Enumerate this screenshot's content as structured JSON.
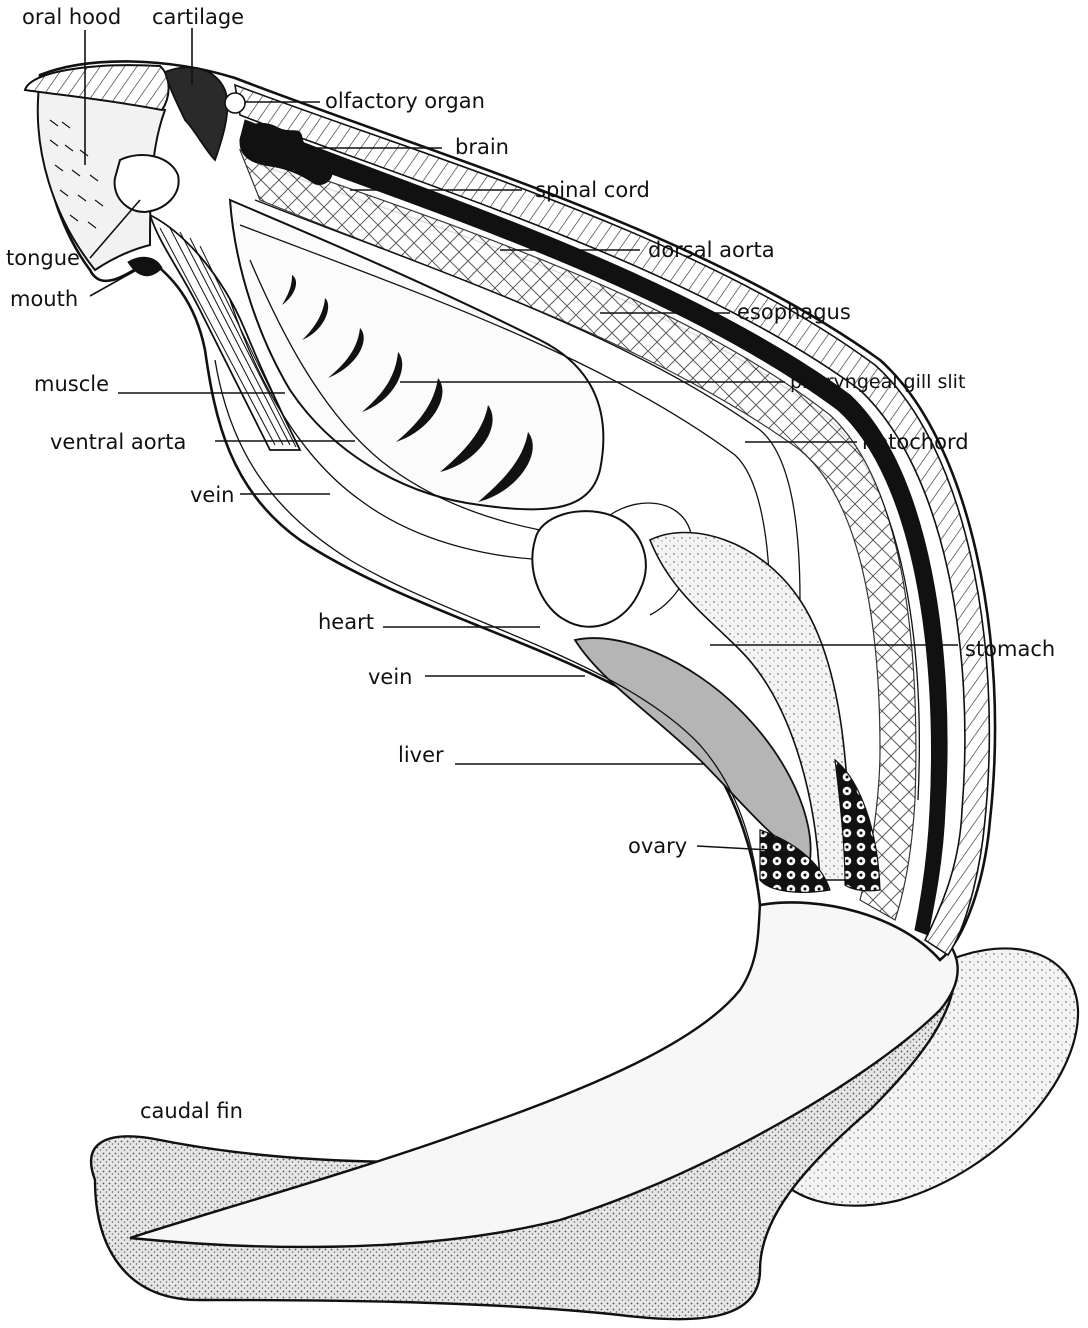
{
  "labels": {
    "oral_hood": "oral hood",
    "cartilage": "cartilage",
    "olfactory_organ": "olfactory organ",
    "brain": "brain",
    "spinal_cord": "spinal cord",
    "dorsal_aorta": "dorsal aorta",
    "tongue": "tongue",
    "mouth": "mouth",
    "esophagus": "esophagus",
    "pharyngeal_gill_slit": "pharyngeal gill slit",
    "muscle": "muscle",
    "ventral_aorta": "ventral aorta",
    "notochord": "notochord",
    "vein_upper": "vein",
    "heart": "heart",
    "stomach": "stomach",
    "vein_lower": "vein",
    "liver": "liver",
    "ovary": "ovary",
    "caudal_fin": "caudal fin"
  },
  "colors": {
    "ink": "#111111",
    "paper": "#ffffff",
    "stipple": "#d9d9d9",
    "liver_fill": "#b5b5b5",
    "cartilage_fill": "#2a2a2a"
  }
}
